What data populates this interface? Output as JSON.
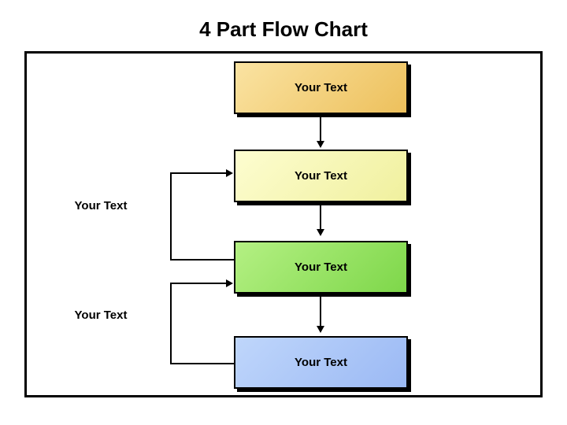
{
  "title": "4 Part Flow Chart",
  "flow_boxes": [
    {
      "label": "Your Text",
      "fill_top": "#FAE3A2",
      "fill_bottom": "#EDC05C"
    },
    {
      "label": "Your Text",
      "fill_top": "#FDFDD0",
      "fill_bottom": "#F0F09E"
    },
    {
      "label": "Your Text",
      "fill_top": "#B4F083",
      "fill_bottom": "#7ED74A"
    },
    {
      "label": "Your Text",
      "fill_top": "#BFD6FB",
      "fill_bottom": "#9BB9F4"
    }
  ],
  "side_labels": [
    {
      "label": "Your Text"
    },
    {
      "label": "Your Text"
    }
  ],
  "colors": {
    "background": "#FFFFFF",
    "frame_border": "#000000",
    "box_border": "#000000",
    "box_shadow": "#000000",
    "connector": "#000000",
    "text": "#000000"
  }
}
